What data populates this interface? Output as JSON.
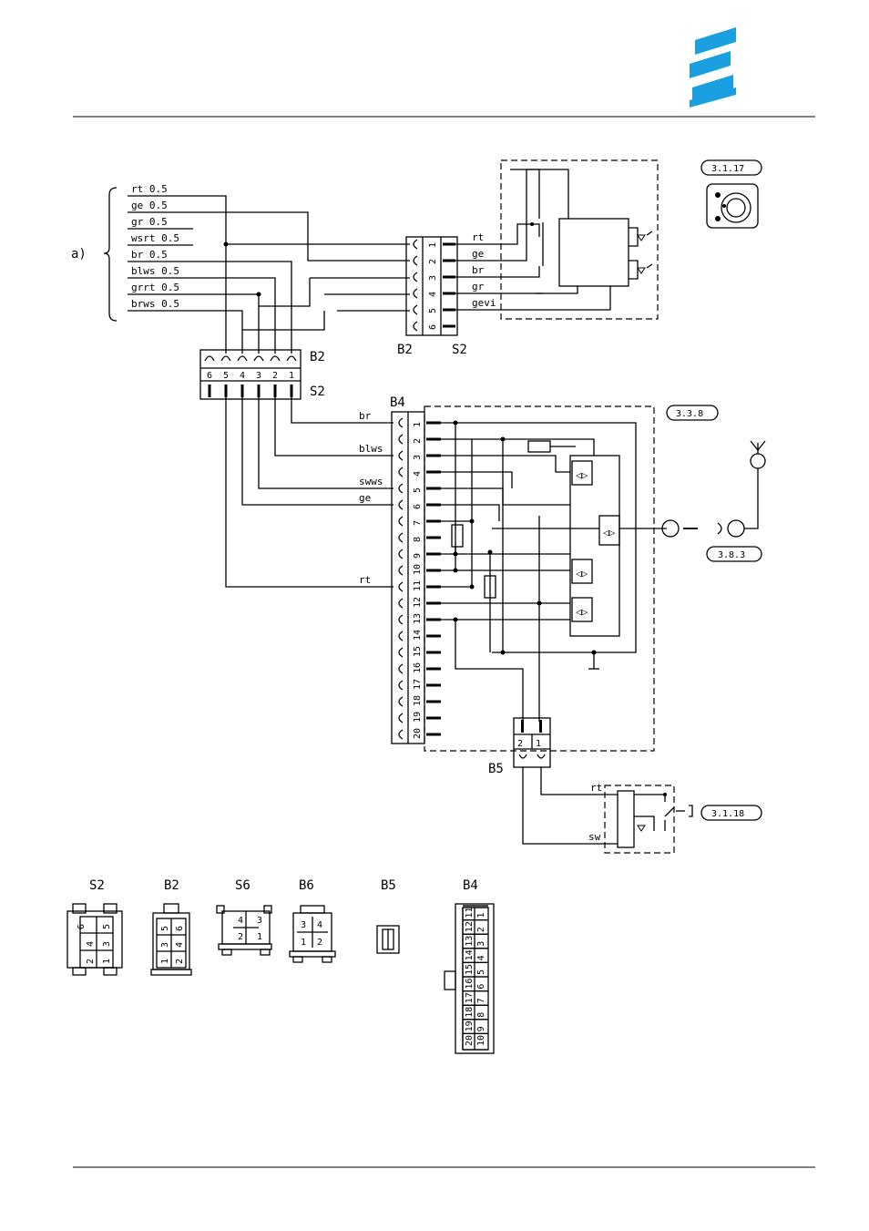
{
  "brand": {
    "logo": "eberspacher-logo",
    "color": "#1a9fe0"
  },
  "note_label": "a)",
  "harness_wires": [
    "rt 0.5",
    "ge 0.5",
    "gr 0.5",
    "wsrt 0.5",
    "br 0.5",
    "blws 0.5",
    "grrt 0.5",
    "brws 0.5"
  ],
  "connectors": {
    "b2": "B2",
    "s2": "S2",
    "b4": "B4",
    "b5": "B5",
    "s6": "S6",
    "b6": "B6"
  },
  "upper_connector": {
    "pins": [
      "1",
      "2",
      "3",
      "4",
      "5",
      "6"
    ],
    "wires": [
      "rt",
      "ge",
      "br",
      "gr",
      "gevi"
    ]
  },
  "middle_connector": {
    "pins": [
      "6",
      "5",
      "4",
      "3",
      "2",
      "1"
    ]
  },
  "b4_wires": [
    "br",
    "blws",
    "swws",
    "ge",
    "rt"
  ],
  "b4_pins": [
    "1",
    "2",
    "3",
    "4",
    "5",
    "6",
    "7",
    "8",
    "9",
    "10",
    "11",
    "12",
    "13",
    "14",
    "15",
    "16",
    "17",
    "18",
    "19",
    "20"
  ],
  "b5_pins": [
    "2",
    "1"
  ],
  "switch_wires": [
    "rt",
    "sw"
  ],
  "references": {
    "ref_3117": "3.1.17",
    "ref_338": "3.3.8",
    "ref_383": "3.8.3",
    "ref_3118": "3.1.18"
  },
  "views": {
    "titles": [
      "S2",
      "B2",
      "S6",
      "B6",
      "B5",
      "B4"
    ],
    "s2_pins": [
      "6",
      "5",
      "4",
      "3",
      "2",
      "1"
    ],
    "b2_pins": [
      "5",
      "6",
      "3",
      "4",
      "1",
      "2"
    ],
    "s6_pins": [
      "4",
      "3",
      "2",
      "1"
    ],
    "b6_pins": [
      "3",
      "4",
      "1",
      "2"
    ],
    "b4_rows": [
      [
        "20",
        "19",
        "18",
        "17",
        "16",
        "15",
        "14",
        "13",
        "12",
        "11"
      ],
      [
        "10",
        "9",
        "8",
        "7",
        "6",
        "5",
        "4",
        "3",
        "2",
        "1"
      ]
    ]
  }
}
